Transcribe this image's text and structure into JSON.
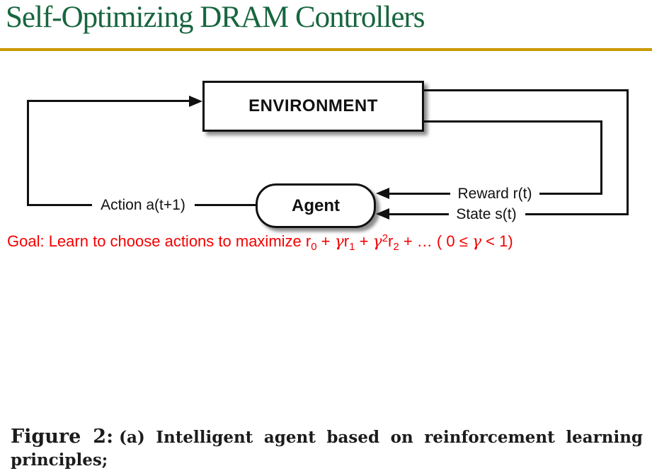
{
  "slide": {
    "title": "Self-Optimizing DRAM Controllers"
  },
  "colors": {
    "title_green": "#17663E",
    "rule_gold": "#CC9900",
    "goal_red": "#F40000",
    "diagram_black": "#111111"
  },
  "diagram": {
    "environment_label": "ENVIRONMENT",
    "agent_label": "Agent",
    "action_label": "Action a(t+1)",
    "reward_label": "Reward r(t)",
    "state_label": "State s(t)"
  },
  "goal": {
    "parts": [
      "Goal: Learn to choose actions to maximize r",
      "0",
      " + ",
      "γ",
      "r",
      "1",
      " + ",
      "γ",
      "2",
      "r",
      "2",
      " + … ( 0 ≤ ",
      "γ",
      " < 1)"
    ]
  },
  "caption": {
    "label": "Figure 2:",
    "text": "(a) Intelligent agent based on reinforcement learning principles;"
  }
}
